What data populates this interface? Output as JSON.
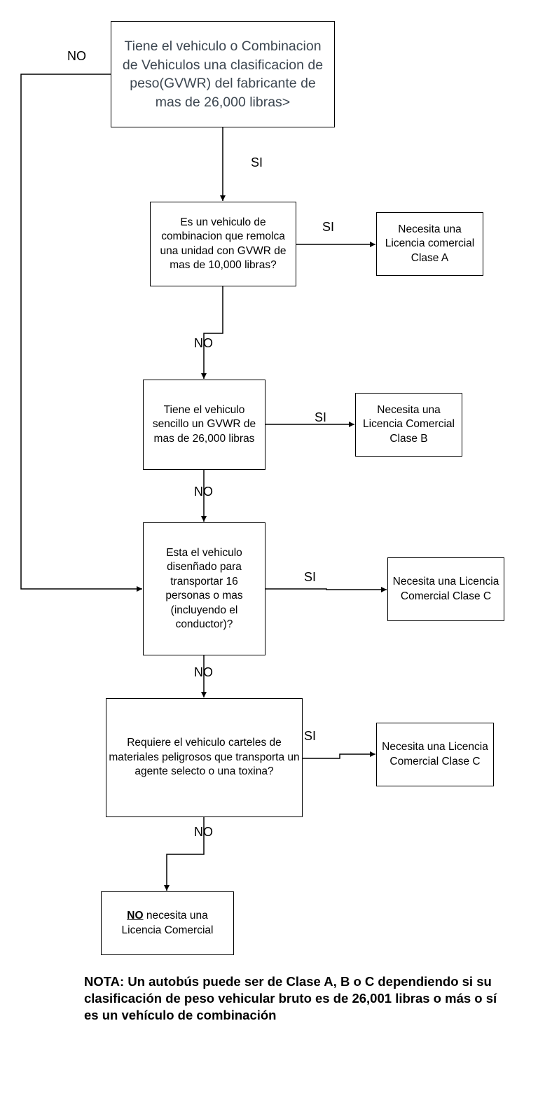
{
  "questions": {
    "q1": "Tiene el vehiculo o Combinacion de Vehiculos una clasificacion de peso(GVWR) del fabricante de mas de 26,000 libras>",
    "q2": "Es un vehiculo de combinacion que remolca una unidad con GVWR de mas de 10,000 libras?",
    "q3": "Tiene el vehiculo sencillo un GVWR de mas de 26,000 libras",
    "q4": "Esta el vehiculo disenñado para transportar 16 personas o mas (incluyendo el conductor)?",
    "q5": "Requiere el vehiculo carteles de materiales peligrosos que transporta un agente selecto o una toxina?"
  },
  "results": {
    "class_a": "Necesita una Licencia comercial Clase A",
    "class_b": "Necesita una Licencia Comercial Clase B",
    "class_c_1": "Necesita una Licencia Comercial Clase C",
    "class_c_2": "Necesita una Licencia Comercial Clase C",
    "no_license_emphasis": "NO",
    "no_license_rest": " necesita una Licencia Comercial"
  },
  "labels": {
    "yes": "SI",
    "no": "NO"
  },
  "note": "NOTA: Un autobús puede ser de Clase A, B o C dependiendo si su clasificación de peso vehicular bruto es de 26,001 libras o más o sí es un vehículo de combinación"
}
